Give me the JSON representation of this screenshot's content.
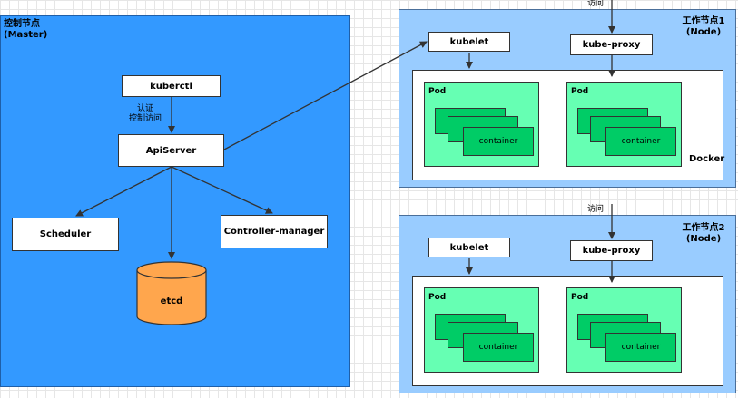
{
  "master": {
    "title": "控制节点\n(Master)",
    "kuberctl": "kuberctl",
    "auth_note": "认证\n控制访问",
    "apiserver": "ApiServer",
    "scheduler": "Scheduler",
    "controller_manager": "Controller-manager",
    "etcd": "etcd"
  },
  "nodes": [
    {
      "title": "工作节点1\n(Node)",
      "access_label": "访问",
      "kubelet": "kubelet",
      "kube_proxy": "kube-proxy",
      "docker_label": "Docker",
      "pods": [
        {
          "label": "Pod",
          "container": "container"
        },
        {
          "label": "Pod",
          "container": "container"
        }
      ]
    },
    {
      "title": "工作节点2\n(Node)",
      "access_label": "访问",
      "kubelet": "kubelet",
      "kube_proxy": "kube-proxy",
      "pods": [
        {
          "label": "Pod",
          "container": "container"
        },
        {
          "label": "Pod",
          "container": "container"
        }
      ]
    }
  ],
  "colors": {
    "master_bg": "#3399ff",
    "node_bg": "#99ccff",
    "pod_bg": "#66ffb3",
    "container_bg": "#00cc66",
    "etcd_fill": "#ffa64d"
  }
}
